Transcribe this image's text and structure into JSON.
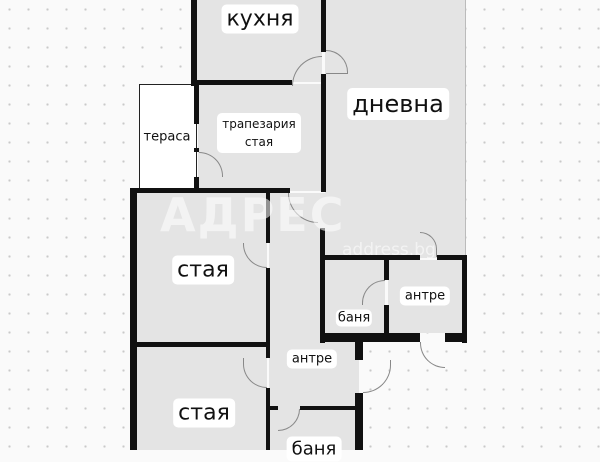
{
  "rooms": {
    "kitchen": "кухня",
    "living": "дневна",
    "terrace": "тераса",
    "dining": "трапезария стая",
    "bedroom1": "стая",
    "bedroom2": "стая",
    "hall_main": "антре",
    "hall_entry": "антре",
    "bath1": "баня",
    "bath2": "баня"
  },
  "watermark": {
    "logo": "АДРЕС",
    "url": "address.bg"
  },
  "colors": {
    "room_fill": "#e4e4e4",
    "wall": "#111111",
    "background": "#fafafa"
  }
}
